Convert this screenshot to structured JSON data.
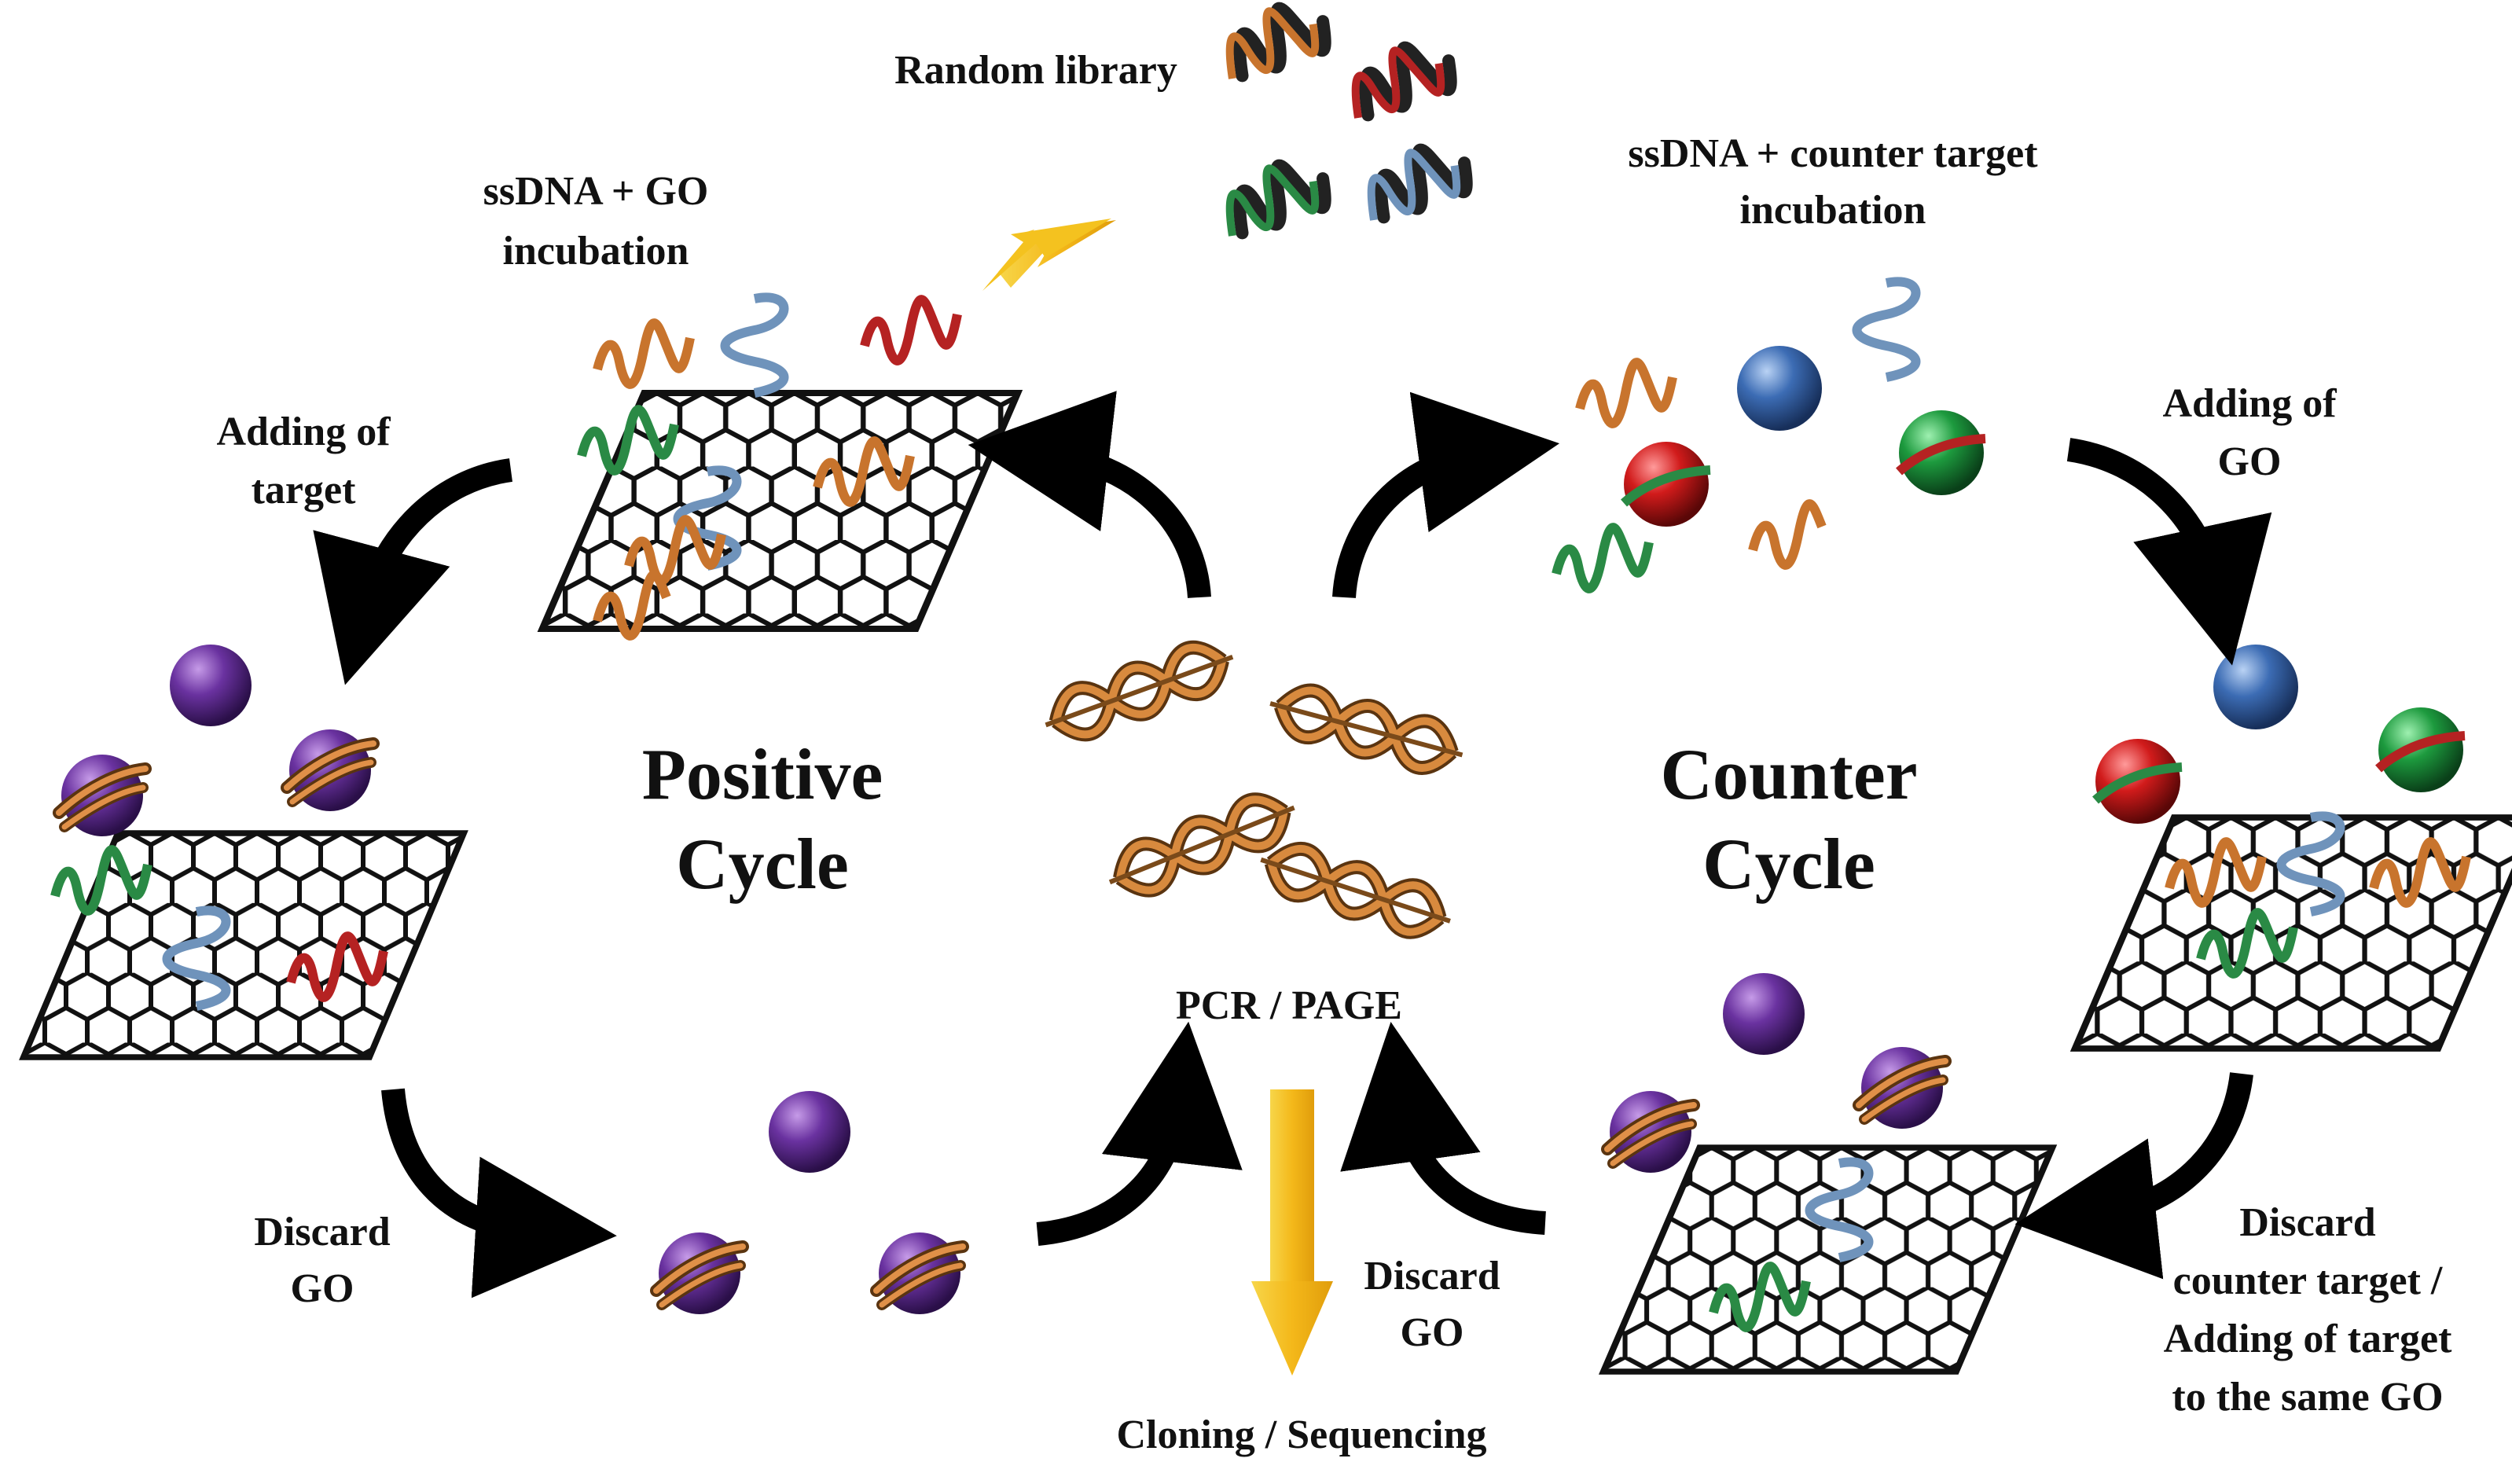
{
  "labels": {
    "random_library": "Random library",
    "ssdna_go_line1": "ssDNA + GO",
    "ssdna_go_line2": "incubation",
    "ssdna_counter_line1": "ssDNA + counter target",
    "ssdna_counter_line2": "incubation",
    "adding_target_line1": "Adding of",
    "adding_target_line2": "target",
    "adding_go_line1": "Adding of",
    "adding_go_line2": "GO",
    "positive_line1": "Positive",
    "positive_line2": "Cycle",
    "counter_line1": "Counter",
    "counter_line2": "Cycle",
    "pcr_page": "PCR / PAGE",
    "cloning": "Cloning / Sequencing",
    "discard_go_left_line1": "Discard",
    "discard_go_left_line2": "GO",
    "discard_go_mid_line1": "Discard",
    "discard_go_mid_line2": "GO",
    "discard_counter_line1": "Discard",
    "discard_counter_line2": "counter target /",
    "discard_counter_line3": "Adding of target",
    "discard_counter_line4": "to the same GO"
  },
  "colors": {
    "orange_strand": "#c8742d",
    "red_strand": "#a11f1f",
    "green_strand": "#1f7a3a",
    "blue_strand": "#5c7fa3",
    "purple_target": "#5b2a8e",
    "blue_counter": "#3565b0",
    "red_counter": "#d01f1f",
    "green_counter": "#1f9a3f",
    "arrow_black": "#000000",
    "arrow_yellow": "#f4c21f"
  }
}
